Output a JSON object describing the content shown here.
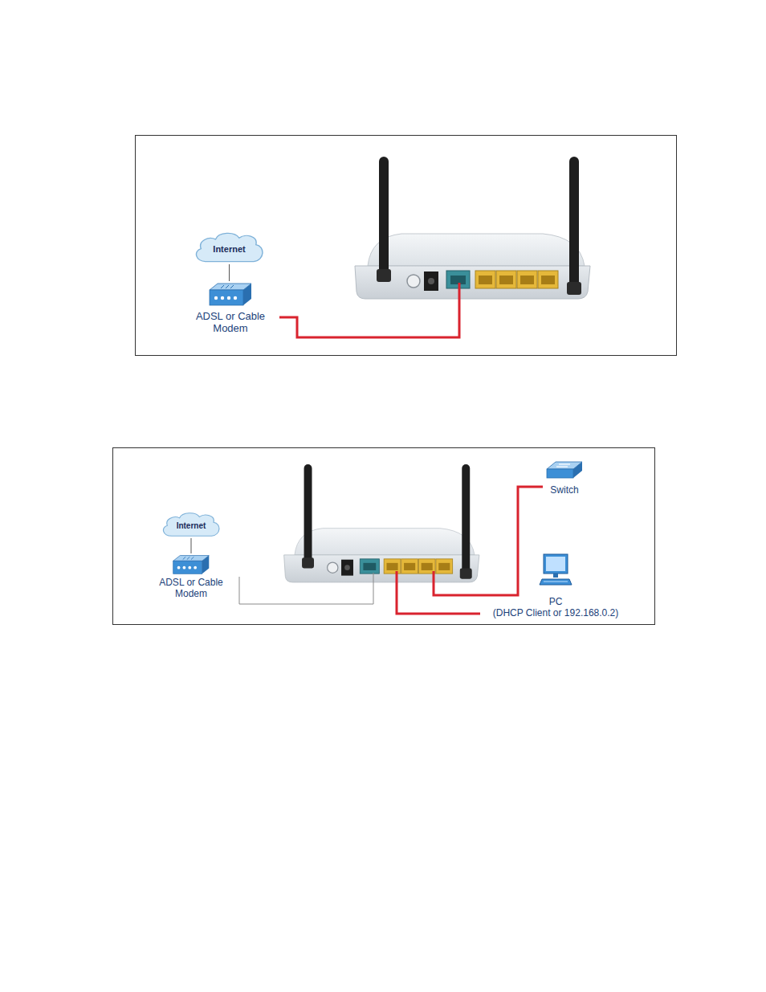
{
  "diagram": {
    "nodes": [
      {
        "text": [
          "Internet"
        ]
      },
      {
        "text": [
          "ADSL or Cable Modem"
        ]
      },
      {
        "text": [
          "Switch"
        ]
      },
      {
        "text": [
          "Internet"
        ]
      },
      {
        "text": [
          "ADSL or Cable Modem"
        ]
      },
      {
        "text": [
          "PC",
          "(DHCP Client or 192.168.0.2)"
        ]
      }
    ],
    "edges": [
      {
        "from": 0,
        "to": 1,
        "arrow": "none"
      },
      {
        "from": 3,
        "to": 4,
        "arrow": "none"
      }
    ]
  }
}
